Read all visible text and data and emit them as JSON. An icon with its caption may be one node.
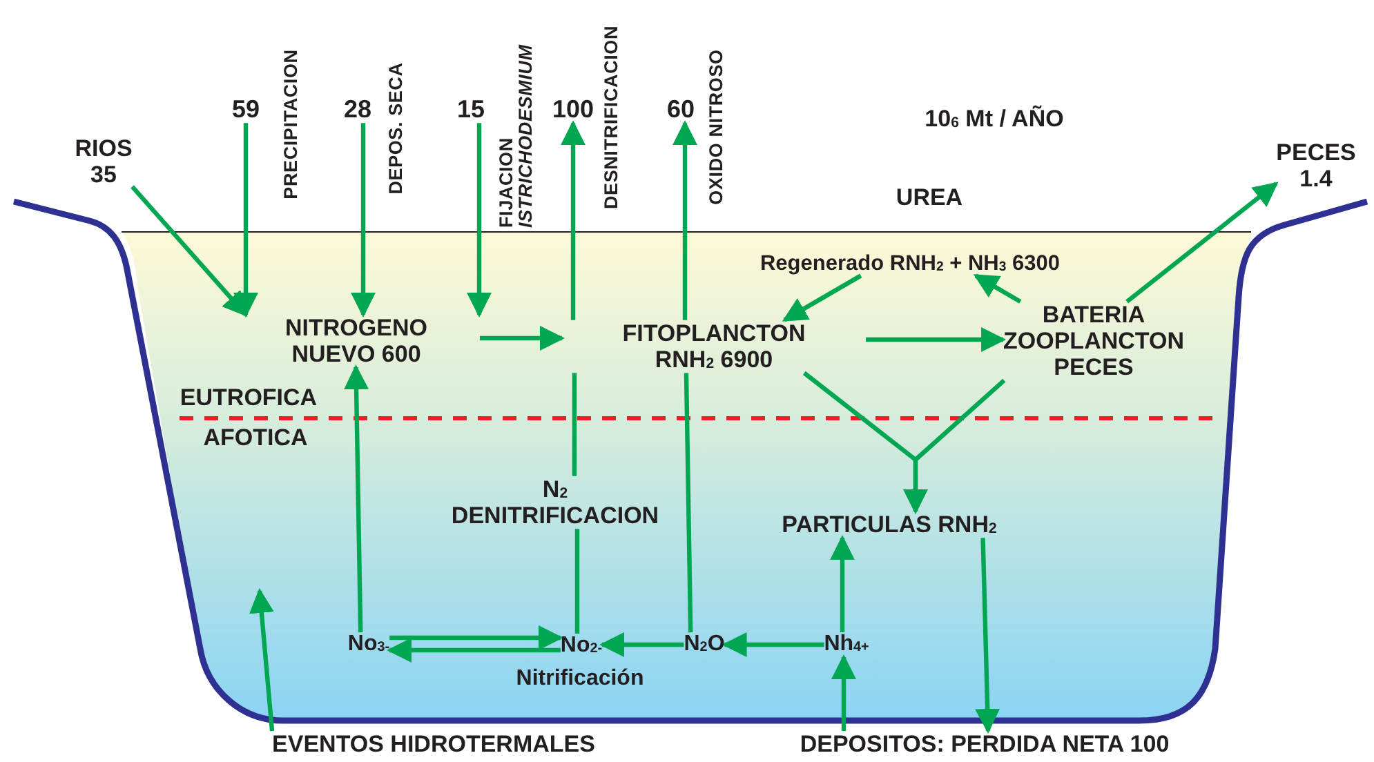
{
  "diagram": {
    "nodes": [
      {
        "text": [
          "RIOS 35"
        ]
      },
      {
        "text": [
          "59"
        ],
        "beside": [
          "PRECIPITACION"
        ]
      },
      {
        "text": [
          "28"
        ],
        "beside": [
          "DEPOS. SECA"
        ]
      },
      {
        "text": [
          "15"
        ],
        "beside": [
          "FIJACION *ISTRICHODESMIUM*"
        ]
      },
      {
        "text": [
          "100"
        ],
        "beside": [
          "DESNITRIFICACION"
        ]
      },
      {
        "text": [
          "60"
        ],
        "beside": [
          "OXIDO NITROSO"
        ]
      },
      {
        "text": [
          "NITROGENO NUEVO 600"
        ]
      },
      {
        "text": [
          "FITOPLANCTON RNH$_{2}$ 6900"
        ]
      },
      {
        "text": [
          "Regenerado RNH$_{2}$ + NH$_{3}$ 6300"
        ]
      },
      {
        "text": [
          "BATERIA ZOOPLANCTON PECES"
        ]
      },
      {
        "text": [
          "PECES 1.4"
        ]
      },
      {
        "text": [
          "N$_{2}$ DENITRIFICACION"
        ]
      },
      {
        "text": [
          "PARTICULAS RNH$_{2}$"
        ]
      },
      {
        "text": [
          "No$_{3-}$"
        ]
      },
      {
        "text": [
          "No$_{2-}$"
        ]
      },
      {
        "text": [
          "N$_{2}$O"
        ]
      },
      {
        "text": [
          "Nh$_{4+}$"
        ]
      },
      {
        "text": [
          "EVENTOS HIDROTERMALES"
        ]
      },
      {
        "text": [
          "DEPOSITOS: PERDIDA NETA 100"
        ]
      }
    ],
    "edges": [
      {
        "from": 0,
        "to": 6,
        "arrow": "to"
      },
      {
        "from": 1,
        "to": 6,
        "arrow": "to"
      },
      {
        "from": 2,
        "to": 6,
        "arrow": "to"
      },
      {
        "from": 3,
        "to": 6,
        "arrow": "to"
      },
      {
        "from": 7,
        "to": 4,
        "arrow": "to"
      },
      {
        "from": 7,
        "to": 5,
        "arrow": "to"
      },
      {
        "from": 6,
        "to": 7,
        "arrow": "to"
      },
      {
        "from": 8,
        "to": 7,
        "arrow": "to"
      },
      {
        "from": 9,
        "to": 8,
        "arrow": "to"
      },
      {
        "from": 9,
        "to": 10,
        "arrow": "to"
      },
      {
        "from": 7,
        "to": 9,
        "arrow": "to"
      },
      {
        "from": 7,
        "to": 12,
        "arrow": "to"
      },
      {
        "from": 9,
        "to": 12,
        "arrow": "to"
      },
      {
        "from": 13,
        "to": 6,
        "arrow": "to"
      },
      {
        "from": 13,
        "to": 14,
        "arrow": "to"
      },
      {
        "from": 14,
        "to": 13,
        "arrow": "to"
      },
      {
        "from": 15,
        "to": 14,
        "arrow": "to"
      },
      {
        "from": 16,
        "to": 15,
        "arrow": "to"
      },
      {
        "from": 16,
        "to": 12,
        "arrow": "to"
      },
      {
        "from": 12,
        "to": 18,
        "arrow": "to"
      },
      {
        "from": 18,
        "to": 16,
        "arrow": "to"
      },
      {
        "from": 17,
        "to": null,
        "arrow": "to"
      },
      {
        "from": 14,
        "to": 11,
        "arrow": "none"
      },
      {
        "from": 11,
        "to": 7,
        "arrow": "none"
      },
      {
        "from": 15,
        "to": 7,
        "arrow": "none"
      }
    ],
    "labels": [
      "10$_{6}$ Mt / AÑO",
      "UREA",
      "EUTROFICA",
      "AFOTICA",
      "Nitrificación"
    ]
  }
}
